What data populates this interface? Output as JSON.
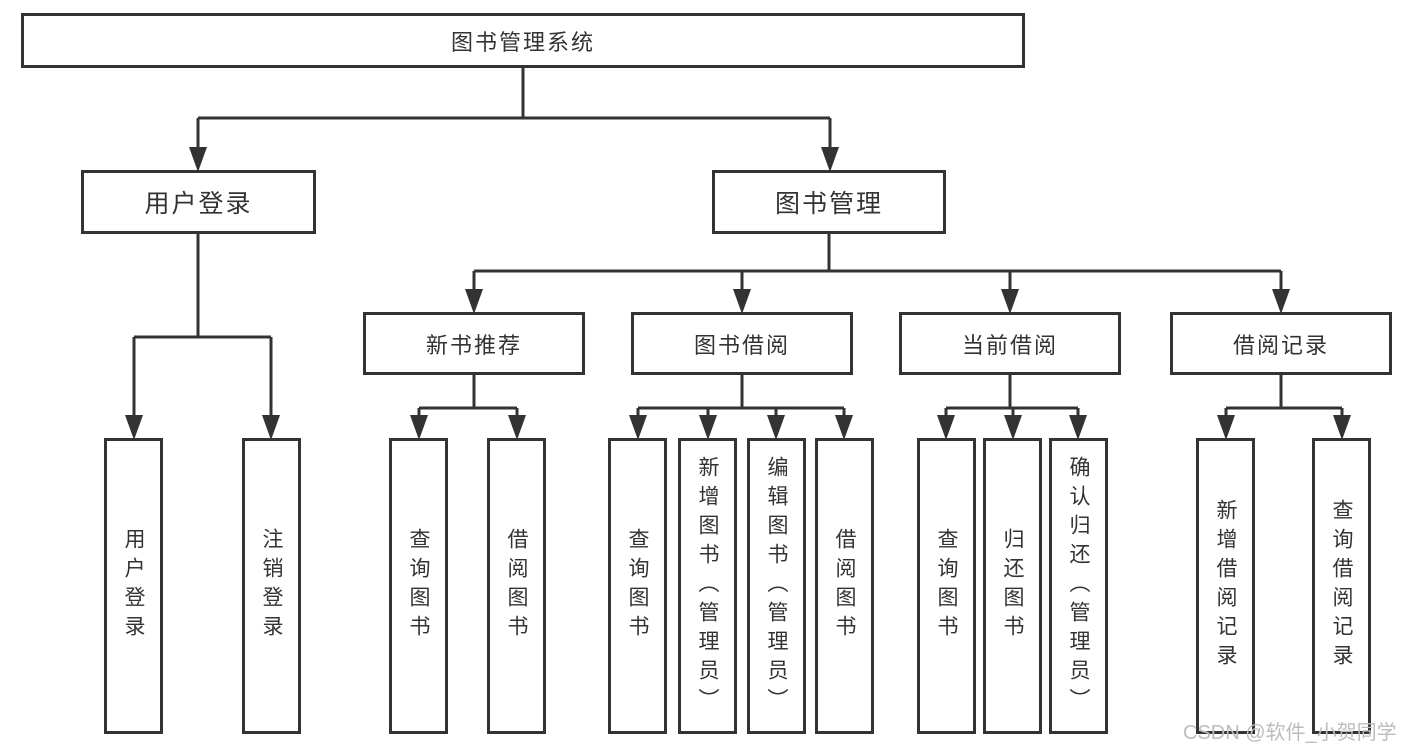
{
  "diagram": {
    "root": {
      "label": "图书管理系统"
    },
    "level2": [
      {
        "label": "用户登录"
      },
      {
        "label": "图书管理"
      }
    ],
    "level3": [
      {
        "label": "新书推荐"
      },
      {
        "label": "图书借阅"
      },
      {
        "label": "当前借阅"
      },
      {
        "label": "借阅记录"
      }
    ],
    "leaves": {
      "user_login": [
        "用户登录",
        "注销登录"
      ],
      "new_book_recommend": [
        "查询图书",
        "借阅图书"
      ],
      "book_borrowing": [
        "查询图书",
        "新增图书（管理员）",
        "编辑图书（管理员）",
        "借阅图书"
      ],
      "current_borrowing": [
        "查询图书",
        "归还图书",
        "确认归还（管理员）"
      ],
      "borrowing_records": [
        "新增借阅记录",
        "查询借阅记录"
      ]
    }
  },
  "watermark": "CSDN @软件_小贺同学",
  "colors": {
    "line": "#333333",
    "text": "#333333",
    "box_background": "#ffffff",
    "page_background": "#ffffff",
    "watermark": "#bcbcbc"
  }
}
